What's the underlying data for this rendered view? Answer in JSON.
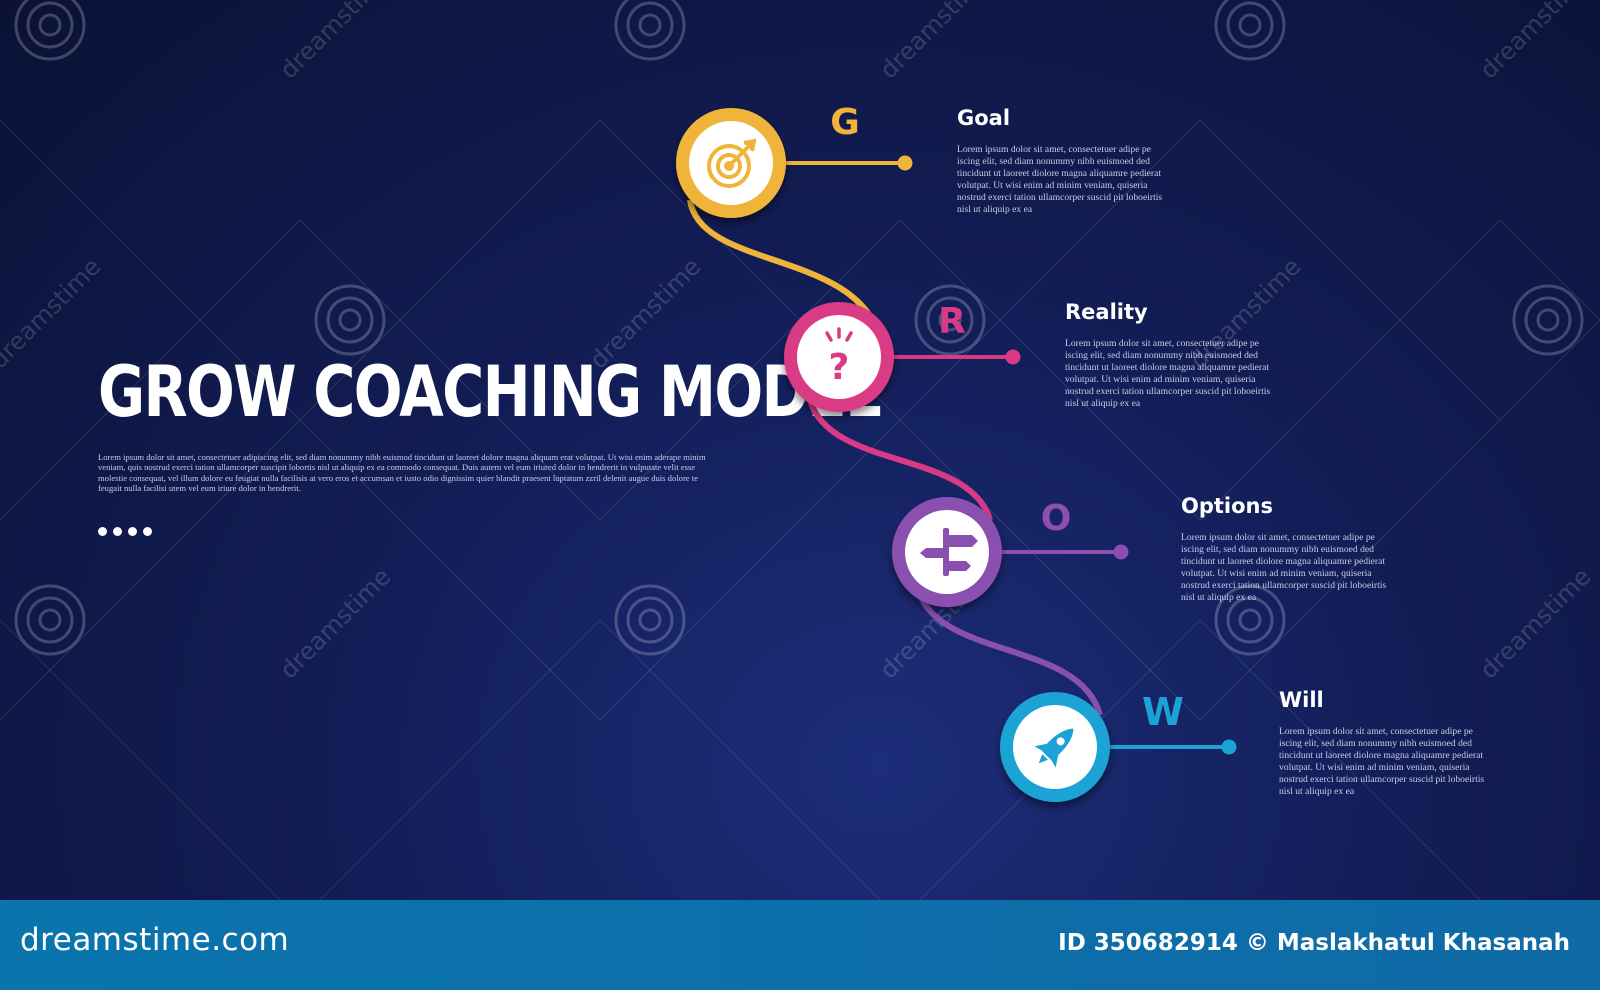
{
  "title": "GROW COACHING MODEL",
  "description": "Lorem ipsum dolor sit amet, consectetuer adipiscing elit, sed diam nonummy nibh euismod tincidunt ut laoreet dolore magna aliquam erat volutpat. Ut wisi enim aderape minim veniam, quis nostrud exerci tation ullamcorper suscipit lobortis nisl ut aliquip ex ea commodo consequat. Duis autem vel eum iriured dolor in hendrerit in vulputate velit esse molestie consequat, vel illum dolore eu feugiat nulla facilisis at vero eros et accumsan et iusto odio dignissim quier blandit praesent luptatum zzril delenit augue duis dolore te feugait nulla facilisi utem vel eum iriure dolor in hendrerit.",
  "colors": {
    "background": "#121d55",
    "goal": "#f0b43a",
    "reality": "#d93a85",
    "options": "#8b4fb0",
    "will": "#1ba3d6",
    "footer": "#0a74ad"
  },
  "steps": [
    {
      "letter": "G",
      "title": "Goal",
      "icon": "target-icon",
      "color": "#f0b43a",
      "text": "Lorem ipsum dolor sit amet, consectetuer adipe pe iscing elit, sed diam nonummy nibh euismoed ded tincidunt ut laoreet diolore magna aliquamre pedierat volutpat. Ut wisi enim ad minim veniam, quiseria nostrud exerci tation ullamcorper suscid pit loboeirtis nisl ut aliquip ex ea"
    },
    {
      "letter": "R",
      "title": "Reality",
      "icon": "question-icon",
      "color": "#d93a85",
      "text": "Lorem ipsum dolor sit amet, consectetuer adipe pe iscing elit, sed diam nonummy nibh euismoed ded tincidunt ut laoreet diolore magna aliquamre pedierat volutpat. Ut wisi enim ad minim veniam, quiseria nostrud exerci tation ullamcorper suscid pit loboeirtis nisl ut aliquip ex ea"
    },
    {
      "letter": "O",
      "title": "Options",
      "icon": "signpost-icon",
      "color": "#8b4fb0",
      "text": "Lorem ipsum dolor sit amet, consectetuer adipe pe iscing elit, sed diam nonummy nibh euismoed ded tincidunt ut laoreet diolore magna aliquamre pedierat volutpat. Ut wisi enim ad minim veniam, quiseria nostrud exerci tation ullamcorper suscid pit loboeirtis nisl ut aliquip ex ea"
    },
    {
      "letter": "W",
      "title": "Will",
      "icon": "rocket-icon",
      "color": "#1ba3d6",
      "text": "Lorem ipsum dolor sit amet, consectetuer adipe pe iscing elit, sed diam nonummy nibh euismoed ded tincidunt ut laoreet diolore magna aliquamre pedierat volutpat. Ut wisi enim ad minim veniam, quiseria nostrud exerci tation ullamcorper suscid pit loboeirtis nisl ut aliquip ex ea"
    }
  ],
  "watermark": {
    "text": "dreamstime"
  },
  "footer": {
    "logo": "dreamstime.com",
    "credit": "ID 350682914 © Maslakhatul Khasanah"
  }
}
